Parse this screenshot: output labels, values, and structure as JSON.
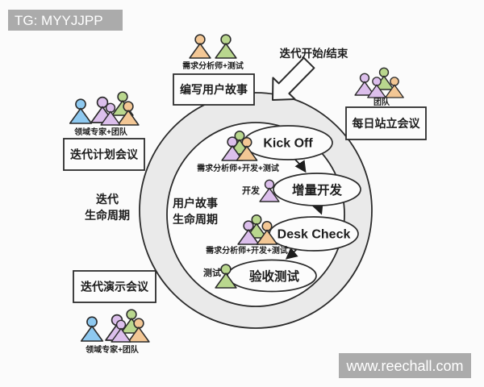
{
  "watermark_top": {
    "text": "TG: MYYJJPP",
    "bg": "#ababab"
  },
  "watermark_bottom": {
    "text": "www.reechall.com",
    "bg": "#ababab"
  },
  "palette": {
    "orange": "#f3c795",
    "green": "#b9d78e",
    "purple": "#dcbfec",
    "blue": "#8ec9f0",
    "ring": "#eaeaea",
    "paper": "#fcfcfc",
    "ink": "#2b2b2b"
  },
  "flow": {
    "start_label": "迭代开始/结束",
    "steps": {
      "kick_off": "Kick Off",
      "incremental_dev": "增量开发",
      "desk_check": "Desk Check",
      "acceptance_test": "验收测试"
    }
  },
  "meetings": {
    "write_story": "编写用户故事",
    "daily_standup": "每日站立会议",
    "iteration_planning": "迭代计划会议",
    "iteration_demo": "迭代演示会议"
  },
  "lifecycles": {
    "iteration_line1": "迭代",
    "iteration_line2": "生命周期",
    "story_line1": "用户故事",
    "story_line2": "生命周期"
  },
  "roles": {
    "analyst_test": "需求分析师+测试",
    "team": "团队",
    "domain_expert_team_top": "领域专家+团队",
    "domain_expert_team_bottom": "领域专家+团队",
    "analyst_dev_test_top": "需求分析师+开发+测试",
    "analyst_dev_test_mid": "需求分析师+开发+测试",
    "dev": "开发",
    "test": "测试"
  }
}
